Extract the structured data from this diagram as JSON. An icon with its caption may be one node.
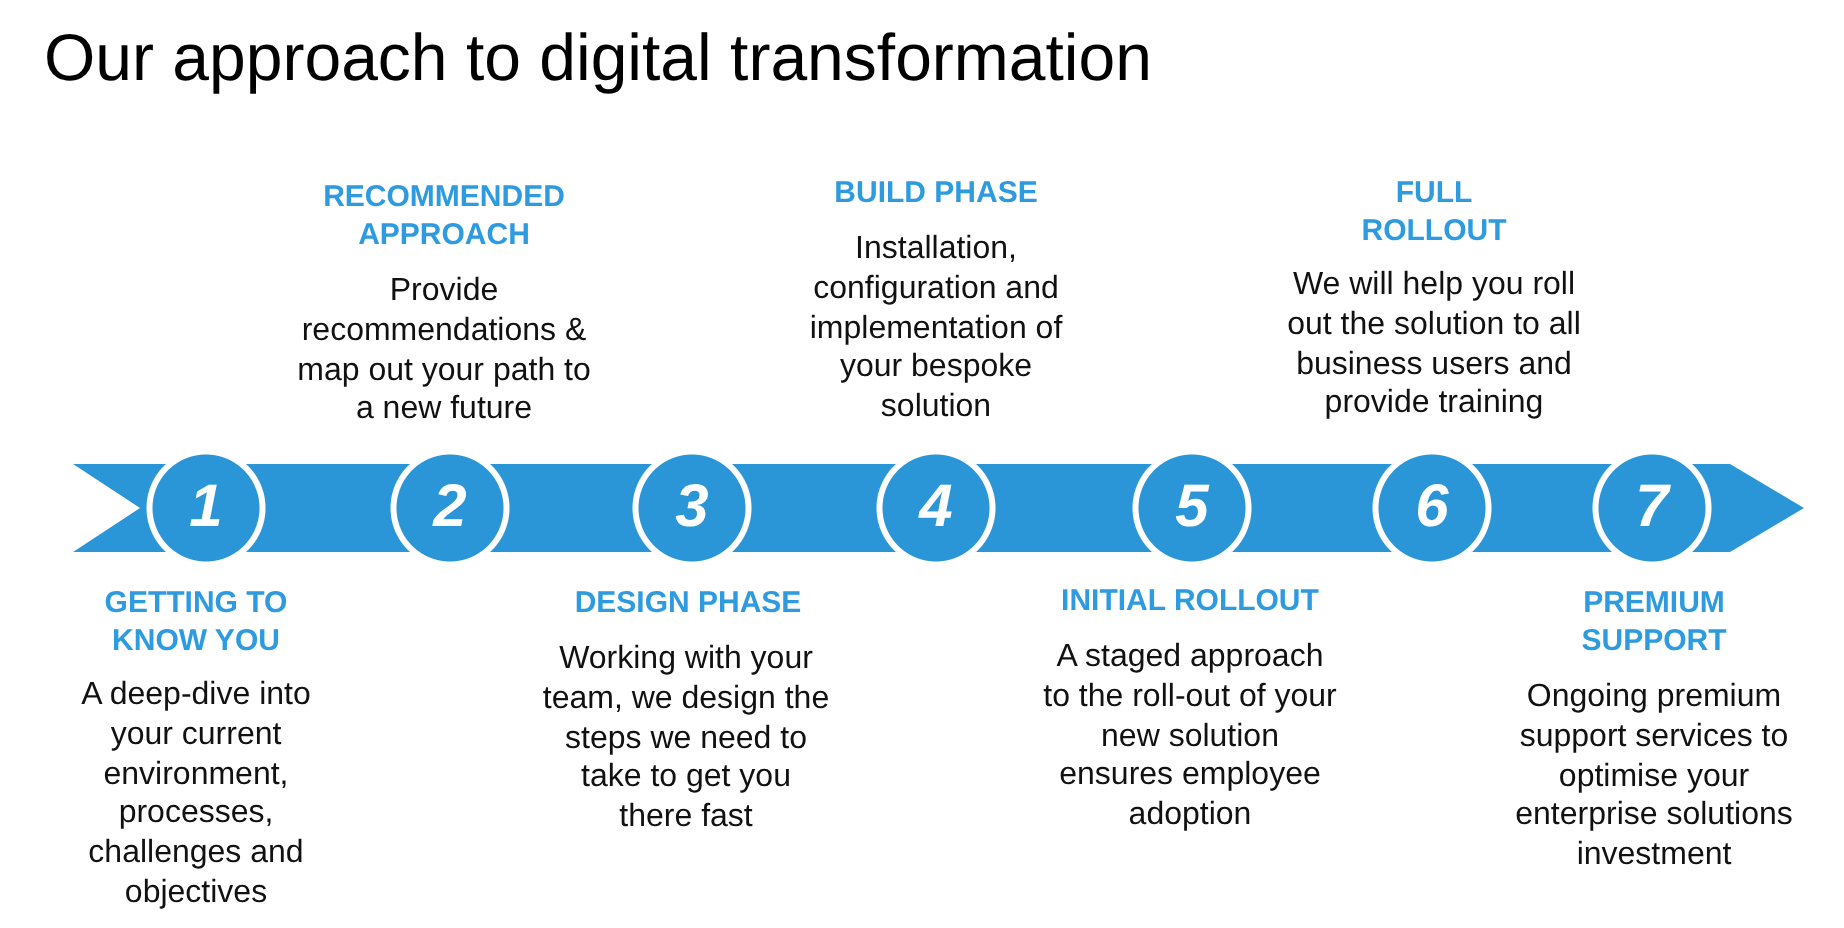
{
  "diagram": {
    "title": "Our approach to digital transformation",
    "nodes": [
      {
        "text": [
          "1"
        ],
        "beside": [
          "GETTING TO KNOW YOU",
          "A deep-dive into your current environment, processes, challenges and objectives"
        ]
      },
      {
        "text": [
          "2"
        ],
        "beside": [
          "RECOMMENDED APPROACH",
          "Provide recommendations & map out your path to a new future"
        ]
      },
      {
        "text": [
          "3"
        ],
        "beside": [
          "DESIGN PHASE",
          "Working with your team, we design the steps we need to take to get you there fast"
        ]
      },
      {
        "text": [
          "4"
        ],
        "beside": [
          "BUILD PHASE",
          "Installation, configuration and implementation of your bespoke solution"
        ]
      },
      {
        "text": [
          "5"
        ],
        "beside": [
          "INITIAL ROLLOUT",
          "A staged approach to the roll-out of your new solution ensures employee adoption"
        ]
      },
      {
        "text": [
          "6"
        ],
        "beside": [
          "FULL ROLLOUT",
          "We will help you roll out the solution to all business users and provide training"
        ]
      },
      {
        "text": [
          "7"
        ],
        "beside": [
          "PREMIUM SUPPORT",
          "Ongoing premium support services to optimise your enterprise solutions investment"
        ]
      }
    ],
    "edges": [
      {
        "from": null,
        "to": 0,
        "arrow": "none"
      },
      {
        "from": 0,
        "to": 1,
        "arrow": "none"
      },
      {
        "from": 1,
        "to": 2,
        "arrow": "none"
      },
      {
        "from": 2,
        "to": 3,
        "arrow": "none"
      },
      {
        "from": 3,
        "to": 4,
        "arrow": "none"
      },
      {
        "from": 4,
        "to": 5,
        "arrow": "none"
      },
      {
        "from": 5,
        "to": 6,
        "arrow": "none"
      },
      {
        "from": 6,
        "to": null,
        "arrow": "to"
      }
    ]
  }
}
